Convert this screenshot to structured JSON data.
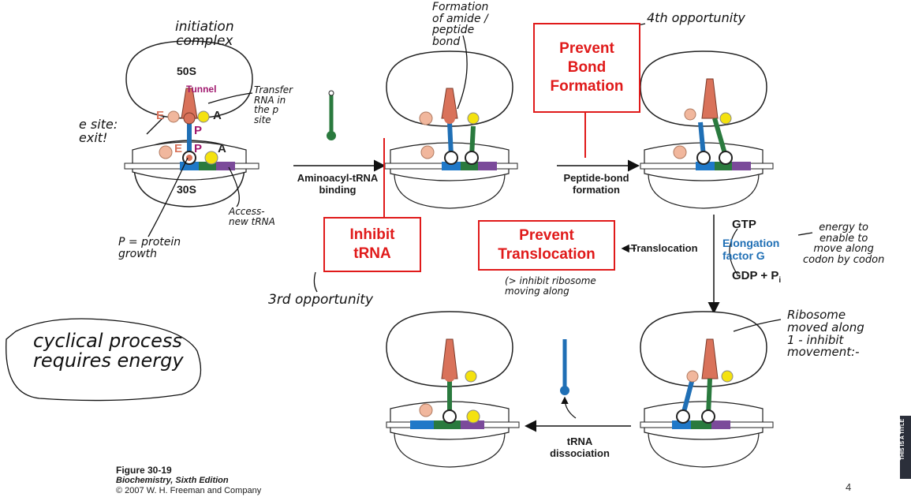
{
  "figure": {
    "initiation_complex": "initiation\ncomplex",
    "subunit_large": "50S",
    "subunit_small": "30S",
    "tunnel": "Tunnel",
    "site_e": "E",
    "site_p": "P",
    "site_a": "A",
    "step_aminoacyl": "Aminoacyl-tRNA\nbinding",
    "step_peptide": "Peptide-bond\nformation",
    "step_translocation": "Translocation",
    "gtp": "GTP",
    "elongation_factor": "Elongation\nfactor G",
    "gdp": "GDP + P",
    "gdp_sub": "i",
    "step_dissociation": "tRNA\ndissociation"
  },
  "red_boxes": {
    "prevent_bond": "Prevent\nBond\nFormation",
    "inhibit_trna": "Inhibit\ntRNA",
    "prevent_translocation": "Prevent\nTranslocation"
  },
  "notes": {
    "e_site": "e site:\nexit!",
    "transfer_rna": "Transfer\nRNA in\nthe p\nsite",
    "formation": "Formation\nof amide /\npeptide\nbond",
    "fourth": "4th opportunity",
    "third": "3rd opportunity",
    "p_protein": "P = protein\ngrowth",
    "access_new": "Access-\nnew tRNA",
    "inhibit_ribosome": "(> inhibit ribosome\nmoving along",
    "energy": "energy to\nenable to\nmove along\ncodon by codon",
    "ribosome_moved": "Ribosome\nmoved along\n1 - inhibit\nmovement:-",
    "cyclical": "cyclical process\nrequires energy"
  },
  "caption": {
    "line1": "Figure 30-19",
    "line2": "Biochemistry, Sixth Edition",
    "line3": "© 2007 W. H. Freeman and Company"
  },
  "side_tab": "THIS IS A TITLE",
  "page_number": "4",
  "colors": {
    "red": "#e01a1a",
    "magenta": "#a0186e",
    "blue_trna": "#1f6fb5",
    "green_trna": "#2a7a3e",
    "salmon": "#d9725a",
    "peach": "#f1b79d",
    "yellow": "#f4e20f",
    "purple": "#7b4a9a",
    "mrna_blue": "#1f78c8"
  }
}
